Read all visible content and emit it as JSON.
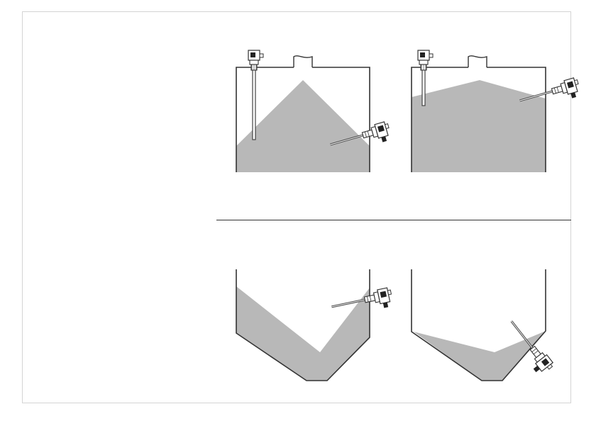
{
  "colors": {
    "background": "#ffffff",
    "panel": "#dadada",
    "frame_border": "#d4d4d4",
    "material": "#b8b8b8",
    "wall": "#333333",
    "probe": "#444444"
  },
  "icons": {
    "rod_probe": "rod-level-probe-icon",
    "side_probe": "side-mounted-level-probe-icon"
  },
  "scenes": [
    {
      "id": "flat-silo-high-cone",
      "fill_level": "peaked"
    },
    {
      "id": "flat-silo-nearly-full",
      "fill_level": "high"
    },
    {
      "id": "hopper-deep-crater",
      "fill_level": "crater"
    },
    {
      "id": "hopper-nearly-empty",
      "fill_level": "low"
    }
  ]
}
